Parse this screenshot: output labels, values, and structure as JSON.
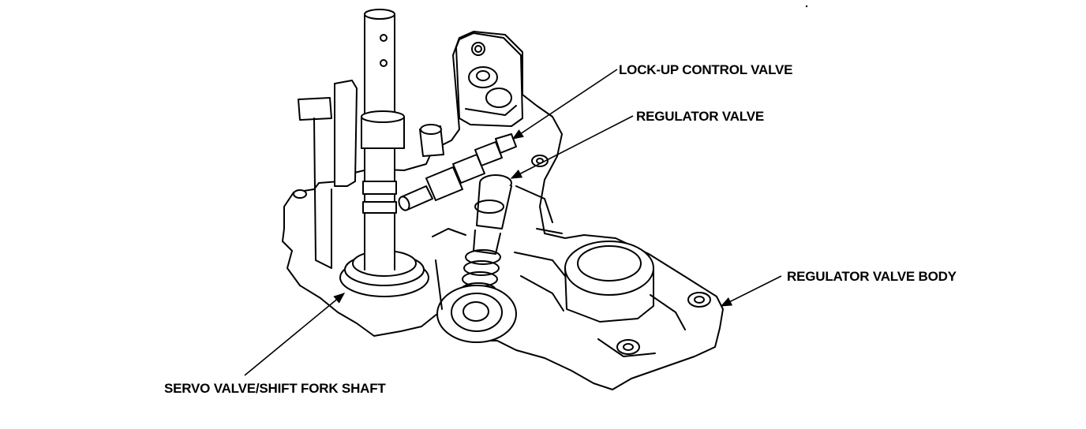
{
  "labels": {
    "lockup_control_valve": "LOCK-UP CONTROL VALVE",
    "regulator_valve": "REGULATOR VALVE",
    "regulator_valve_body": "REGULATOR VALVE BODY",
    "servo_valve_shift_fork_shaft": "SERVO VALVE/SHIFT FORK SHAFT"
  },
  "colors": {
    "line": "#000000",
    "background": "#ffffff"
  }
}
